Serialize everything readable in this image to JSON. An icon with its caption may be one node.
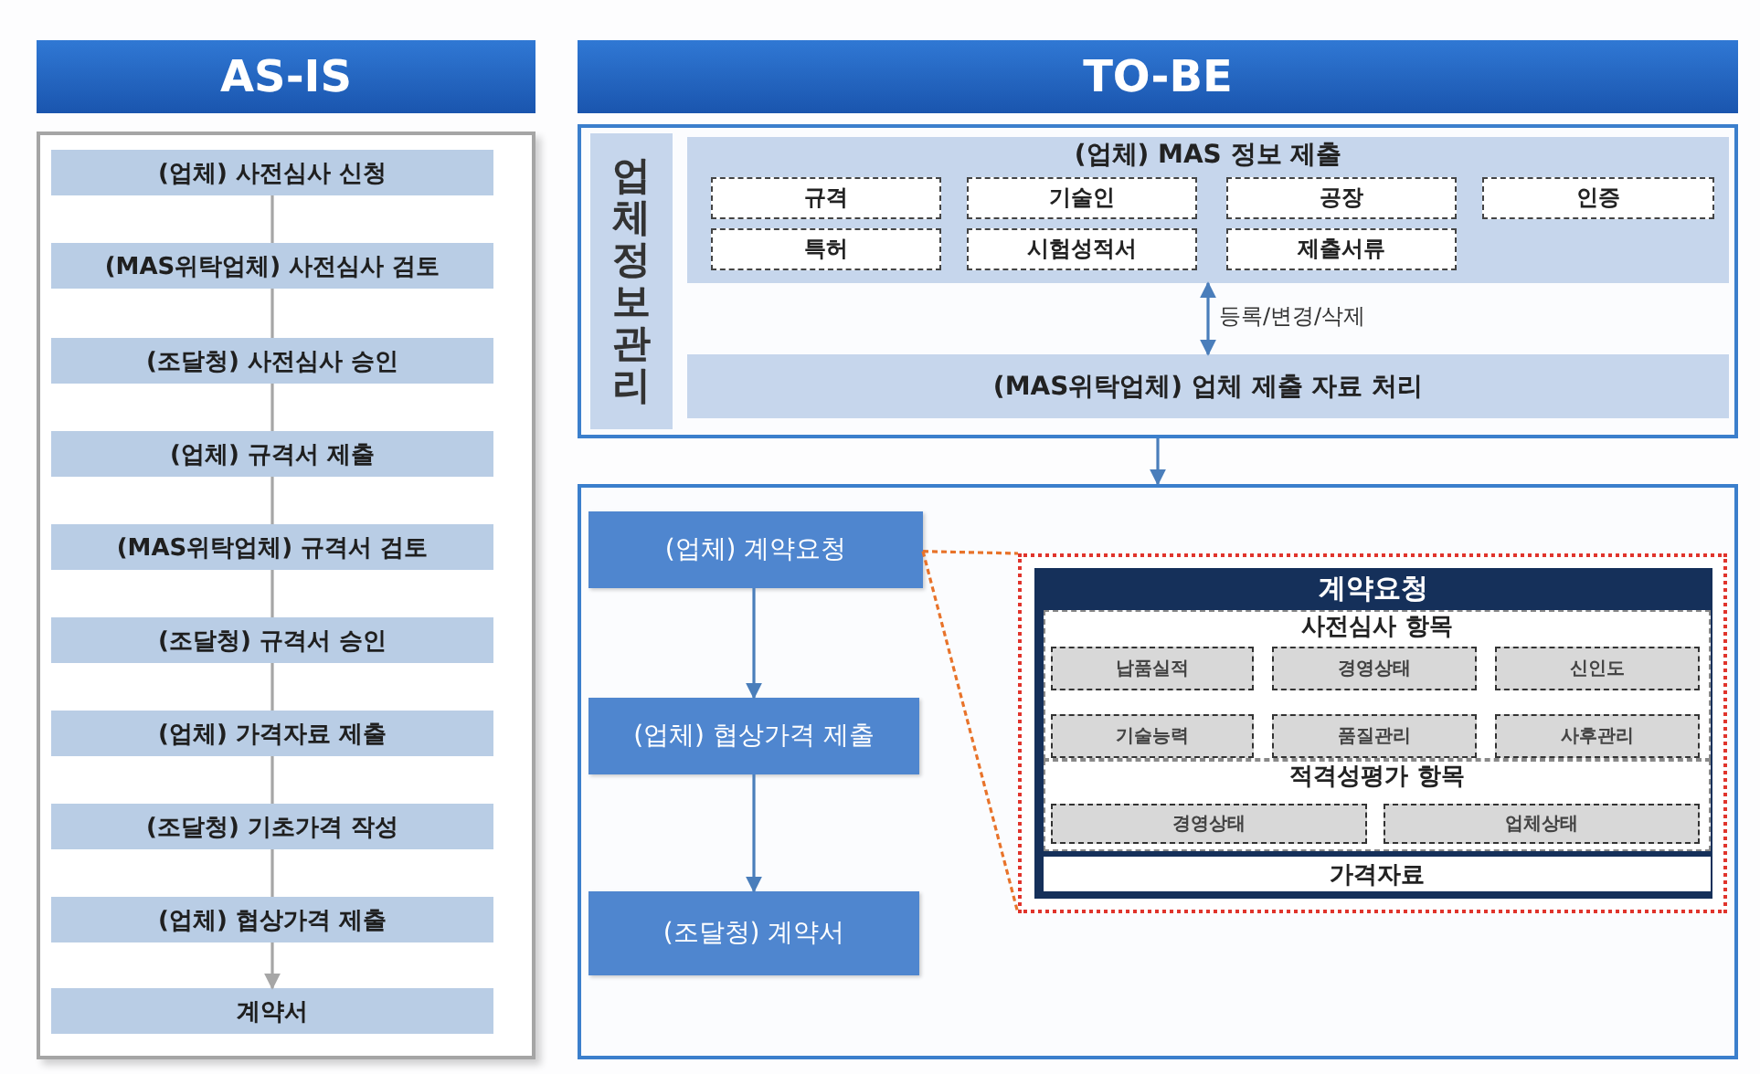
{
  "diagram": {
    "nodes": [
      {
        "text": [
          "AS-IS"
        ]
      },
      {
        "text": [
          "TO-BE"
        ]
      },
      {
        "text": [],
        "shape": "box"
      },
      {
        "text": [
          "(업체) 사전심사 신청"
        ],
        "in": 2
      },
      {
        "text": [
          "(MAS위탁업체) 사전심사 검토"
        ],
        "in": 2
      },
      {
        "text": [
          "(조달청) 사전심사 승인"
        ],
        "in": 2
      },
      {
        "text": [
          "(업체) 규격서 제출"
        ],
        "in": 2
      },
      {
        "text": [
          "(MAS위탁업체) 규격서 검토"
        ],
        "in": 2
      },
      {
        "text": [
          "(조달청) 규격서 승인"
        ],
        "in": 2
      },
      {
        "text": [
          "(업체) 가격자료 제출"
        ],
        "in": 2
      },
      {
        "text": [
          "(조달청) 기초가격 작성"
        ],
        "in": 2
      },
      {
        "text": [
          "(업체) 협상가격 제출"
        ],
        "in": 2
      },
      {
        "text": [
          "계약서"
        ],
        "in": 2
      },
      {
        "text": [],
        "shape": "box"
      },
      {
        "text": [
          "업체정보관리"
        ],
        "in": 13
      },
      {
        "text": [
          "(업체) MAS 정보 제출"
        ],
        "in": 13
      },
      {
        "text": [
          "규격"
        ],
        "in": 15
      },
      {
        "text": [
          "기술인"
        ],
        "in": 15
      },
      {
        "text": [
          "공장"
        ],
        "in": 15
      },
      {
        "text": [
          "인증"
        ],
        "in": 15
      },
      {
        "text": [
          "특허"
        ],
        "in": 15
      },
      {
        "text": [
          "시험성적서"
        ],
        "in": 15
      },
      {
        "text": [
          "제출서류"
        ],
        "in": 15
      },
      {
        "text": [
          "(MAS위탁업체) 업체 제출 자료 처리"
        ],
        "in": 13
      },
      {
        "text": [],
        "shape": "box"
      },
      {
        "text": [
          "(업체) 계약요청"
        ],
        "in": 24
      },
      {
        "text": [
          "(업체) 협상가격 제출"
        ],
        "in": 24
      },
      {
        "text": [
          "(조달청) 계약서"
        ],
        "in": 24
      },
      {
        "text": [],
        "shape": "box",
        "in": 24
      },
      {
        "text": [
          "계약요청"
        ],
        "in": 28
      },
      {
        "text": [
          "사전심사 항목"
        ],
        "in": 29
      },
      {
        "text": [
          "납품실적"
        ],
        "in": 30
      },
      {
        "text": [
          "경영상태"
        ],
        "in": 30
      },
      {
        "text": [
          "신인도"
        ],
        "in": 30
      },
      {
        "text": [
          "기술능력"
        ],
        "in": 30
      },
      {
        "text": [
          "품질관리"
        ],
        "in": 30
      },
      {
        "text": [
          "사후관리"
        ],
        "in": 30
      },
      {
        "text": [
          "적격성평가 항목"
        ],
        "in": 29
      },
      {
        "text": [
          "경영상태"
        ],
        "in": 37
      },
      {
        "text": [
          "업체상태"
        ],
        "in": 37
      },
      {
        "text": [
          "가격자료"
        ],
        "in": 29
      }
    ],
    "edges": [
      {
        "from": 3,
        "to": 4,
        "arrow": "none"
      },
      {
        "from": 4,
        "to": 5,
        "arrow": "none"
      },
      {
        "from": 5,
        "to": 6,
        "arrow": "none"
      },
      {
        "from": 6,
        "to": 7,
        "arrow": "none"
      },
      {
        "from": 7,
        "to": 8,
        "arrow": "none"
      },
      {
        "from": 8,
        "to": 9,
        "arrow": "none"
      },
      {
        "from": 9,
        "to": 10,
        "arrow": "none"
      },
      {
        "from": 10,
        "to": 11,
        "arrow": "none"
      },
      {
        "from": 11,
        "to": 12,
        "arrow": "to"
      },
      {
        "from": 15,
        "to": 23,
        "arrow": "both",
        "label": "등록/변경/삭제",
        "color": "#4a7ebb"
      },
      {
        "from": 13,
        "to": 24,
        "arrow": "to",
        "color": "#4a7ebb"
      },
      {
        "from": 25,
        "to": 26,
        "arrow": "to",
        "color": "#4a7ebb"
      },
      {
        "from": 26,
        "to": 27,
        "arrow": "to",
        "color": "#4a7ebb"
      },
      {
        "from": 25,
        "to": 28,
        "arrow": "none",
        "style": "dashed",
        "color": "#e8732a"
      },
      {
        "from": 25,
        "to": 28,
        "arrow": "none",
        "style": "dashed",
        "color": "#e8732a"
      }
    ]
  }
}
